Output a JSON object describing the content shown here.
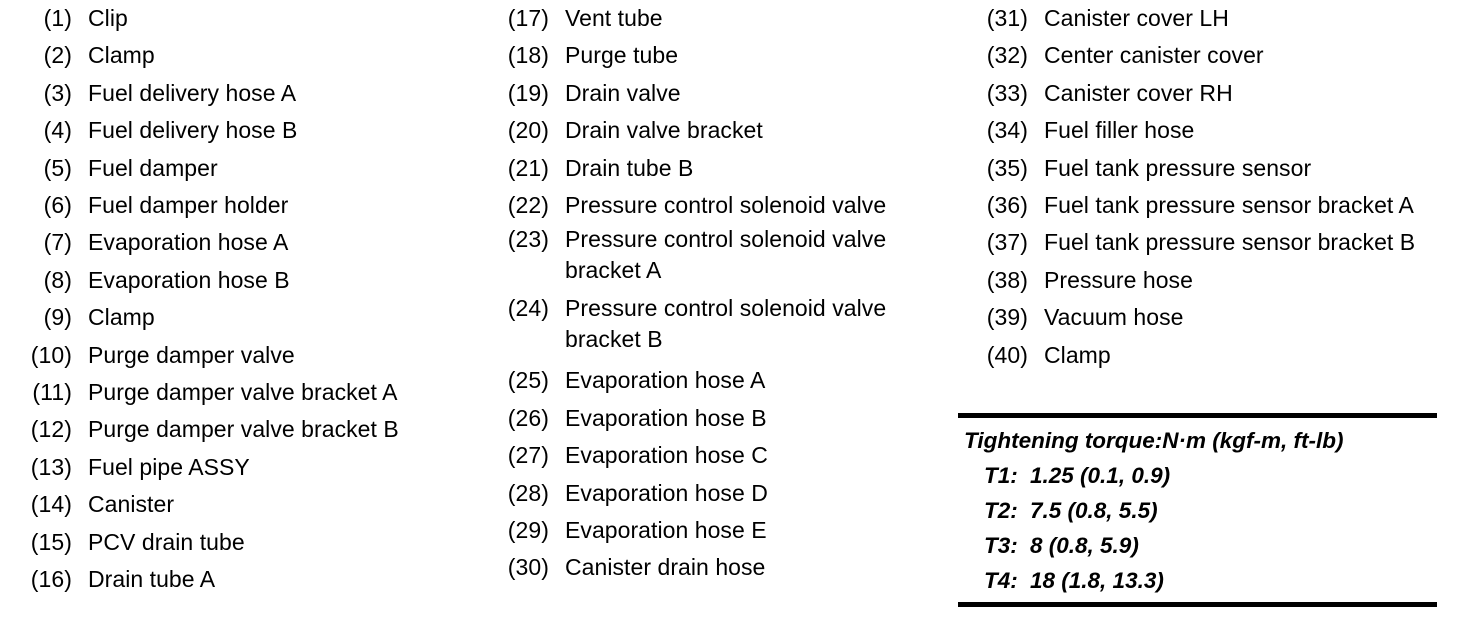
{
  "document": {
    "type": "parts-legend",
    "background_color": "#ffffff",
    "text_color": "#000000"
  },
  "columns": [
    {
      "id": "col-1",
      "items": [
        {
          "number": "(1)",
          "label": "Clip"
        },
        {
          "number": "(2)",
          "label": "Clamp"
        },
        {
          "number": "(3)",
          "label": "Fuel delivery hose A"
        },
        {
          "number": "(4)",
          "label": "Fuel delivery hose B"
        },
        {
          "number": "(5)",
          "label": "Fuel damper"
        },
        {
          "number": "(6)",
          "label": "Fuel damper holder"
        },
        {
          "number": "(7)",
          "label": "Evaporation hose A"
        },
        {
          "number": "(8)",
          "label": "Evaporation hose B"
        },
        {
          "number": "(9)",
          "label": "Clamp"
        },
        {
          "number": "(10)",
          "label": "Purge damper valve"
        },
        {
          "number": "(11)",
          "label": "Purge damper valve bracket A"
        },
        {
          "number": "(12)",
          "label": "Purge damper valve bracket B"
        },
        {
          "number": "(13)",
          "label": "Fuel pipe ASSY"
        },
        {
          "number": "(14)",
          "label": "Canister"
        },
        {
          "number": "(15)",
          "label": "PCV drain tube"
        },
        {
          "number": "(16)",
          "label": "Drain tube A"
        }
      ]
    },
    {
      "id": "col-2",
      "items": [
        {
          "number": "(17)",
          "label": "Vent tube"
        },
        {
          "number": "(18)",
          "label": "Purge tube"
        },
        {
          "number": "(19)",
          "label": "Drain valve"
        },
        {
          "number": "(20)",
          "label": "Drain valve bracket"
        },
        {
          "number": "(21)",
          "label": "Drain tube B"
        },
        {
          "number": "(22)",
          "label": "Pressure control solenoid valve"
        },
        {
          "number": "(23)",
          "label": "Pressure control solenoid valve bracket A",
          "wrapped": true
        },
        {
          "number": "(24)",
          "label": "Pressure control solenoid valve bracket B",
          "wrapped": true
        },
        {
          "number": "(25)",
          "label": "Evaporation hose A"
        },
        {
          "number": "(26)",
          "label": "Evaporation hose B"
        },
        {
          "number": "(27)",
          "label": "Evaporation hose C"
        },
        {
          "number": "(28)",
          "label": "Evaporation hose D"
        },
        {
          "number": "(29)",
          "label": "Evaporation hose E"
        },
        {
          "number": "(30)",
          "label": "Canister drain hose"
        }
      ]
    },
    {
      "id": "col-3",
      "items": [
        {
          "number": "(31)",
          "label": "Canister cover LH"
        },
        {
          "number": "(32)",
          "label": "Center canister cover"
        },
        {
          "number": "(33)",
          "label": "Canister cover RH"
        },
        {
          "number": "(34)",
          "label": "Fuel filler hose"
        },
        {
          "number": "(35)",
          "label": "Fuel tank pressure sensor"
        },
        {
          "number": "(36)",
          "label": "Fuel tank pressure sensor bracket A"
        },
        {
          "number": "(37)",
          "label": "Fuel tank pressure sensor bracket B"
        },
        {
          "number": "(38)",
          "label": "Pressure hose"
        },
        {
          "number": "(39)",
          "label": "Vacuum hose"
        },
        {
          "number": "(40)",
          "label": "Clamp"
        }
      ]
    }
  ],
  "torque": {
    "heading": "Tightening torque:N·m (kgf-m, ft-lb)",
    "rows": [
      {
        "key": "T1:",
        "value": "1.25 (0.1, 0.9)"
      },
      {
        "key": "T2:",
        "value": "7.5 (0.8, 5.5)"
      },
      {
        "key": "T3:",
        "value": "8 (0.8, 5.9)"
      },
      {
        "key": "T4:",
        "value": "18 (1.8, 13.3)"
      }
    ]
  }
}
